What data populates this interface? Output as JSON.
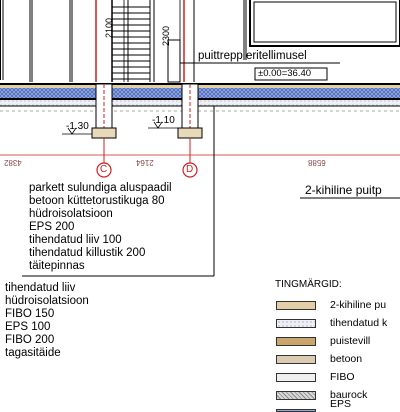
{
  "dimensions": {
    "stair_height_1": "2100",
    "stair_height_2": "2300",
    "span_1": "4382",
    "span_2": "2164",
    "span_3": "6588"
  },
  "labels": {
    "stair_note": "puittrepp eritellimusel",
    "elevation_zero": "±0.00=36.40",
    "level_left": "-1.30",
    "level_right": "-1.10",
    "section_label": "2-kihiline puitp"
  },
  "axes": {
    "c": "C",
    "d": "D"
  },
  "floor_layers": [
    "parkett sulundiga aluspaadil",
    "betoon küttetorustikuga 80",
    "hüdroisolatsioon",
    "EPS 200",
    "tihendatud liiv 100",
    "tihendatud killustik 200",
    "täitepinnas"
  ],
  "ground_layers": [
    "tihendatud liiv",
    "hüdroisolatsioon",
    "FIBO 150",
    "EPS 100",
    "FIBO 200",
    "tagasitäide"
  ],
  "legend": {
    "title": "TINGMÄRGID:",
    "items": [
      {
        "label": "2-kihiline pu",
        "color": "#e3cfa6",
        "pattern": "plain"
      },
      {
        "label": "tihendatud k",
        "color": "#eef0f6",
        "pattern": "dots"
      },
      {
        "label": "puistevill",
        "color": "#c9a66b",
        "pattern": "plain"
      },
      {
        "label": "betoon",
        "color": "#dccbb0",
        "pattern": "plain"
      },
      {
        "label": "FIBO",
        "color": "#f0f0f0",
        "pattern": "plain"
      },
      {
        "label": "baurock",
        "color": "#d8d8d8",
        "pattern": "hatch"
      },
      {
        "label": "EPS",
        "color": "#8fa8e0",
        "pattern": "cross"
      }
    ]
  }
}
